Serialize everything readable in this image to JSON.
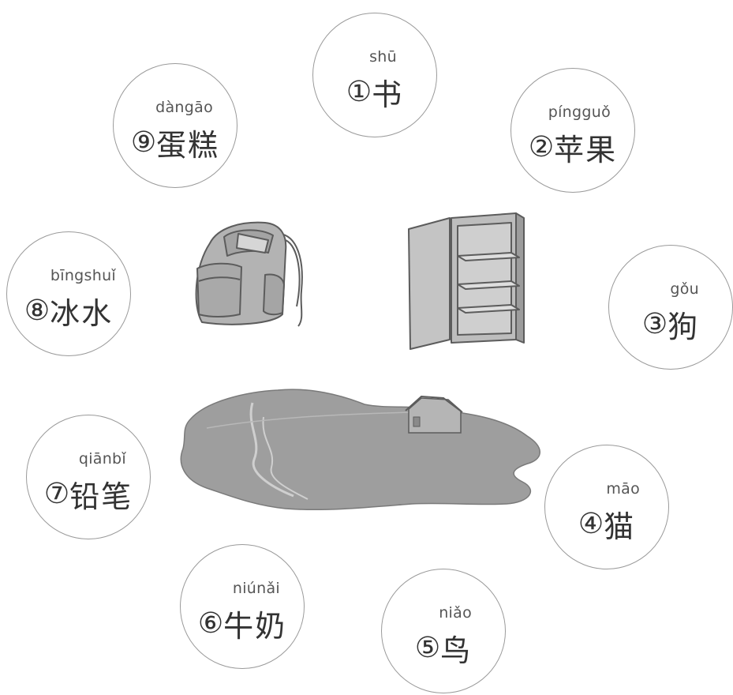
{
  "words": [
    {
      "id": "c1",
      "num": "①",
      "pinyin": "shū",
      "hanzi": "书"
    },
    {
      "id": "c2",
      "num": "②",
      "pinyin": "píngguǒ",
      "hanzi": "苹果"
    },
    {
      "id": "c3",
      "num": "③",
      "pinyin": "gǒu",
      "hanzi": "狗"
    },
    {
      "id": "c4",
      "num": "④",
      "pinyin": "māo",
      "hanzi": "猫"
    },
    {
      "id": "c5",
      "num": "⑤",
      "pinyin": "niǎo",
      "hanzi": "鸟"
    },
    {
      "id": "c6",
      "num": "⑥",
      "pinyin": "niúnǎi",
      "hanzi": "牛奶"
    },
    {
      "id": "c7",
      "num": "⑦",
      "pinyin": "qiānbǐ",
      "hanzi": "铅笔"
    },
    {
      "id": "c8",
      "num": "⑧",
      "pinyin": "bīngshuǐ",
      "hanzi": "冰水"
    },
    {
      "id": "c9",
      "num": "⑨",
      "pinyin": "dàngāo",
      "hanzi": "蛋糕"
    }
  ],
  "illustrations": [
    {
      "name": "backpack",
      "fill": "#b3b3b3",
      "stroke": "#5c5c5c"
    },
    {
      "name": "refrigerator",
      "fill": "#bdbdbd",
      "stroke": "#5c5c5c"
    },
    {
      "name": "hill-landscape",
      "fill": "#9e9e9e",
      "stroke": "#7a7a7a"
    }
  ]
}
